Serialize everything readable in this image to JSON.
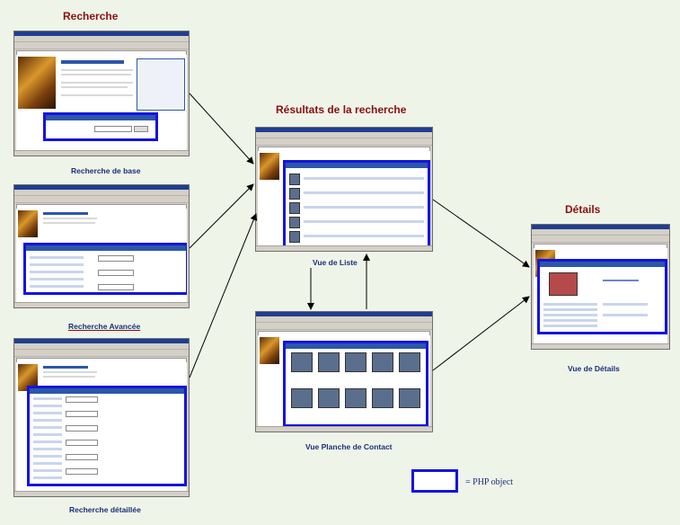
{
  "titles": {
    "recherche": "Recherche",
    "resultats": "Résultats de la recherche",
    "details": "Détails"
  },
  "captions": {
    "base": "Recherche de base",
    "avancee": "Recherche Avancée",
    "detaillee": "Recherche détaillée",
    "liste": "Vue de Liste",
    "planche": "Vue Planche de Contact",
    "vue_details": "Vue de Détails"
  },
  "legend": {
    "text": "= PHP object"
  },
  "colors": {
    "title": "#8a1010",
    "caption": "#1b2f7a",
    "php_border": "#1414e0",
    "background": "#eef4e8"
  }
}
